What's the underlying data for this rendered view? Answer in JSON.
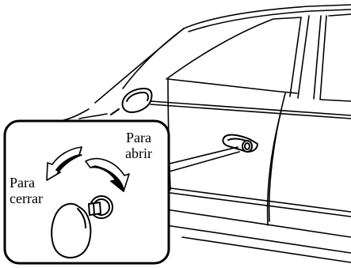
{
  "labels": {
    "open": [
      "Para",
      "abrir"
    ],
    "close": [
      "Para",
      "cerrar"
    ]
  },
  "icons": {
    "open_arrow": "curved-arrow-clockwise-icon",
    "close_arrow": "curved-arrow-counterclockwise-icon",
    "key": "key-icon",
    "door_handle": "door-handle-icon"
  }
}
